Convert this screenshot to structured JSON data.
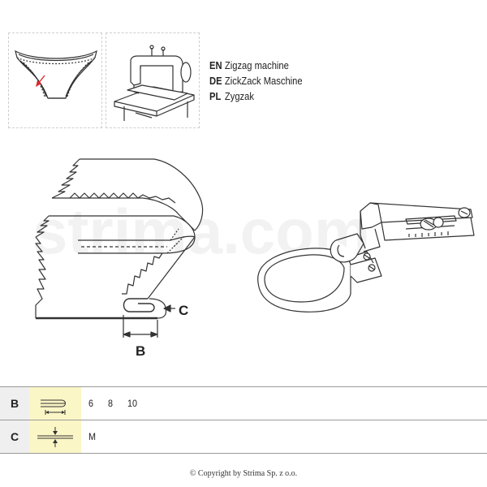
{
  "machine": {
    "languages": [
      {
        "code": "EN",
        "name": "Zigzag machine"
      },
      {
        "code": "DE",
        "name": "ZickZack Maschine"
      },
      {
        "code": "PL",
        "name": "Zygzak"
      }
    ]
  },
  "diagram": {
    "label_c": "C",
    "label_b": "B"
  },
  "table": {
    "rows": [
      {
        "key": "B",
        "values": [
          "6",
          "8",
          "10"
        ]
      },
      {
        "key": "C",
        "values": [
          "M"
        ]
      }
    ]
  },
  "footer": {
    "copyright": "© Copyright by Strima Sp. z o.o."
  },
  "colors": {
    "accent_red": "#e0262c",
    "highlight_yellow": "#fbf6c6",
    "key_gray": "#efefef"
  },
  "icons": {
    "garment": "briefs-garment-icon",
    "machine": "sewing-machine-icon",
    "row_b": "fold-width-icon",
    "row_c": "thickness-icon"
  }
}
